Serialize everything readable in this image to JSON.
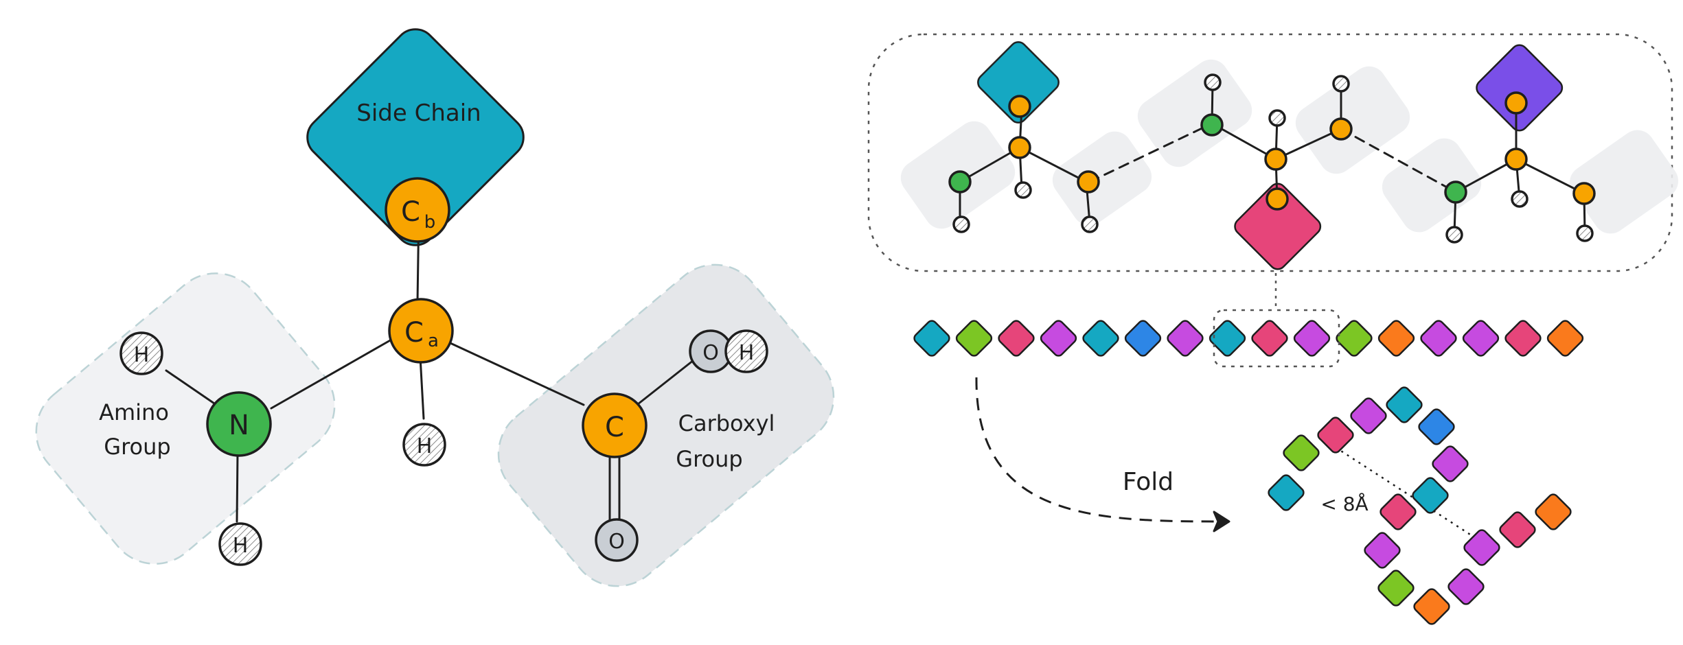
{
  "colors": {
    "side_chain": "#15a8c2",
    "carbon": "#f8a400",
    "nitrogen": "#3fb54e",
    "hydrogen": "#ffffff",
    "oxygen": "#c9ced4",
    "group_bg": "#f1f2f4",
    "carboxyl_bg": "#e5e7ea",
    "pink": "#e6457a",
    "purple": "#7a4fe8",
    "magenta": "#c64be0",
    "lime": "#7cc624",
    "blue": "#2d86e6",
    "orange": "#fa7a1c",
    "ink": "#1e1e1e"
  },
  "amino_acid": {
    "side_chain_label": "Side Chain",
    "cb_label": "C",
    "cb_sub": "b",
    "ca_label": "C",
    "ca_sub": "a",
    "n_label": "N",
    "h_label": "H",
    "c_label": "C",
    "o_label": "O",
    "amino_label_1": "Amino",
    "amino_label_2": "Group",
    "carboxyl_label_1": "Carboxyl",
    "carboxyl_label_2": "Group"
  },
  "chain": {
    "residue_colors": [
      "teal",
      "lime",
      "pink",
      "magenta",
      "teal",
      "blue",
      "magenta",
      "teal",
      "pink",
      "magenta",
      "lime",
      "orange",
      "magenta",
      "magenta",
      "pink",
      "orange"
    ]
  },
  "fold": {
    "label": "Fold",
    "distance_label": "< 8Å"
  }
}
